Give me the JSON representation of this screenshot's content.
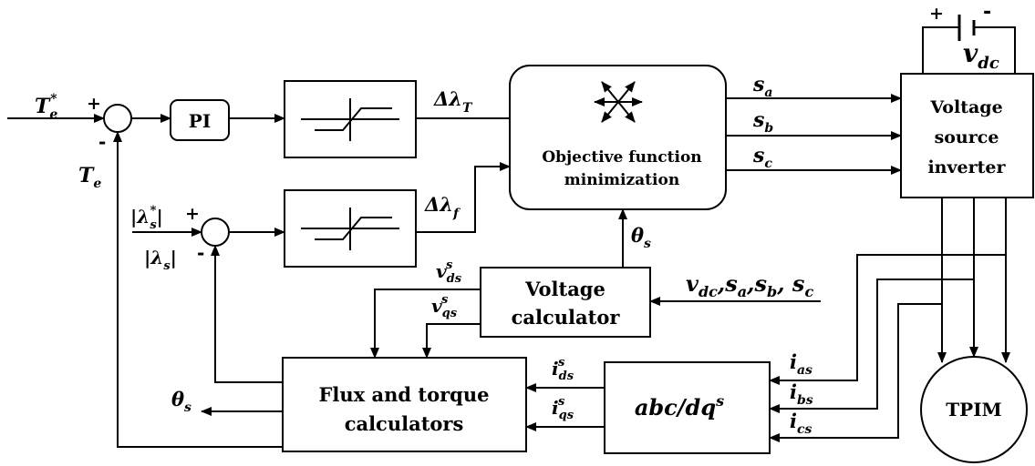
{
  "blocks": {
    "pi": "PI",
    "objective_line1": "Objective function",
    "objective_line2": "minimization",
    "vsi_line1": "Voltage",
    "vsi_line2": "source",
    "vsi_line3": "inverter",
    "voltage_calc_line1": "Voltage",
    "voltage_calc_line2": "calculator",
    "flux_torque_line1": "Flux and torque",
    "flux_torque_line2": "calculators",
    "abc_dq": "abc/dq",
    "abc_dq_sup": "s",
    "tpim": "TPIM"
  },
  "signals": {
    "te_ref": "T",
    "te_ref_sub": "e",
    "te_ref_sup": "*",
    "te": "T",
    "te_sub": "e",
    "lambda_ref": "|λ",
    "lambda_ref_sub": "s",
    "lambda_ref_sup": "*",
    "lambda_ref_close": "|",
    "lambda": "|λ",
    "lambda_sub": "s",
    "lambda_close": "|",
    "dl_t": "Δλ",
    "dl_t_sub": "T",
    "dl_f": "Δλ",
    "dl_f_sub": "f",
    "sa": "s",
    "sa_sub": "a",
    "sb": "s",
    "sb_sub": "b",
    "sc": "s",
    "sc_sub": "c",
    "vdc": "v",
    "vdc_sub": "dc",
    "theta_s": "θ",
    "theta_s_sub": "s",
    "vcalc_in": "v",
    "vcalc_in_sub": "dc",
    "vcalc_in_rest": ",s",
    "vcalc_in_a": "a",
    "vcalc_in_b_pre": ",s",
    "vcalc_in_b": "b",
    "vcalc_in_c_pre": ", s",
    "vcalc_in_c": "c",
    "vds": "v",
    "vds_sub": "ds",
    "vds_sup": "s",
    "vqs": "v",
    "vqs_sub": "qs",
    "vqs_sup": "s",
    "ids": "i",
    "ids_sub": "ds",
    "ids_sup": "s",
    "iqs": "i",
    "iqs_sub": "qs",
    "iqs_sup": "s",
    "ias": "i",
    "ias_sub": "as",
    "ibs": "i",
    "ibs_sub": "bs",
    "ics": "i",
    "ics_sub": "cs",
    "theta_out": "θ",
    "theta_out_sub": "s"
  },
  "signs": {
    "sum1_plus": "+",
    "sum1_minus": "-",
    "sum2_plus": "+",
    "sum2_minus": "-",
    "battery_plus": "+",
    "battery_minus": "-"
  }
}
